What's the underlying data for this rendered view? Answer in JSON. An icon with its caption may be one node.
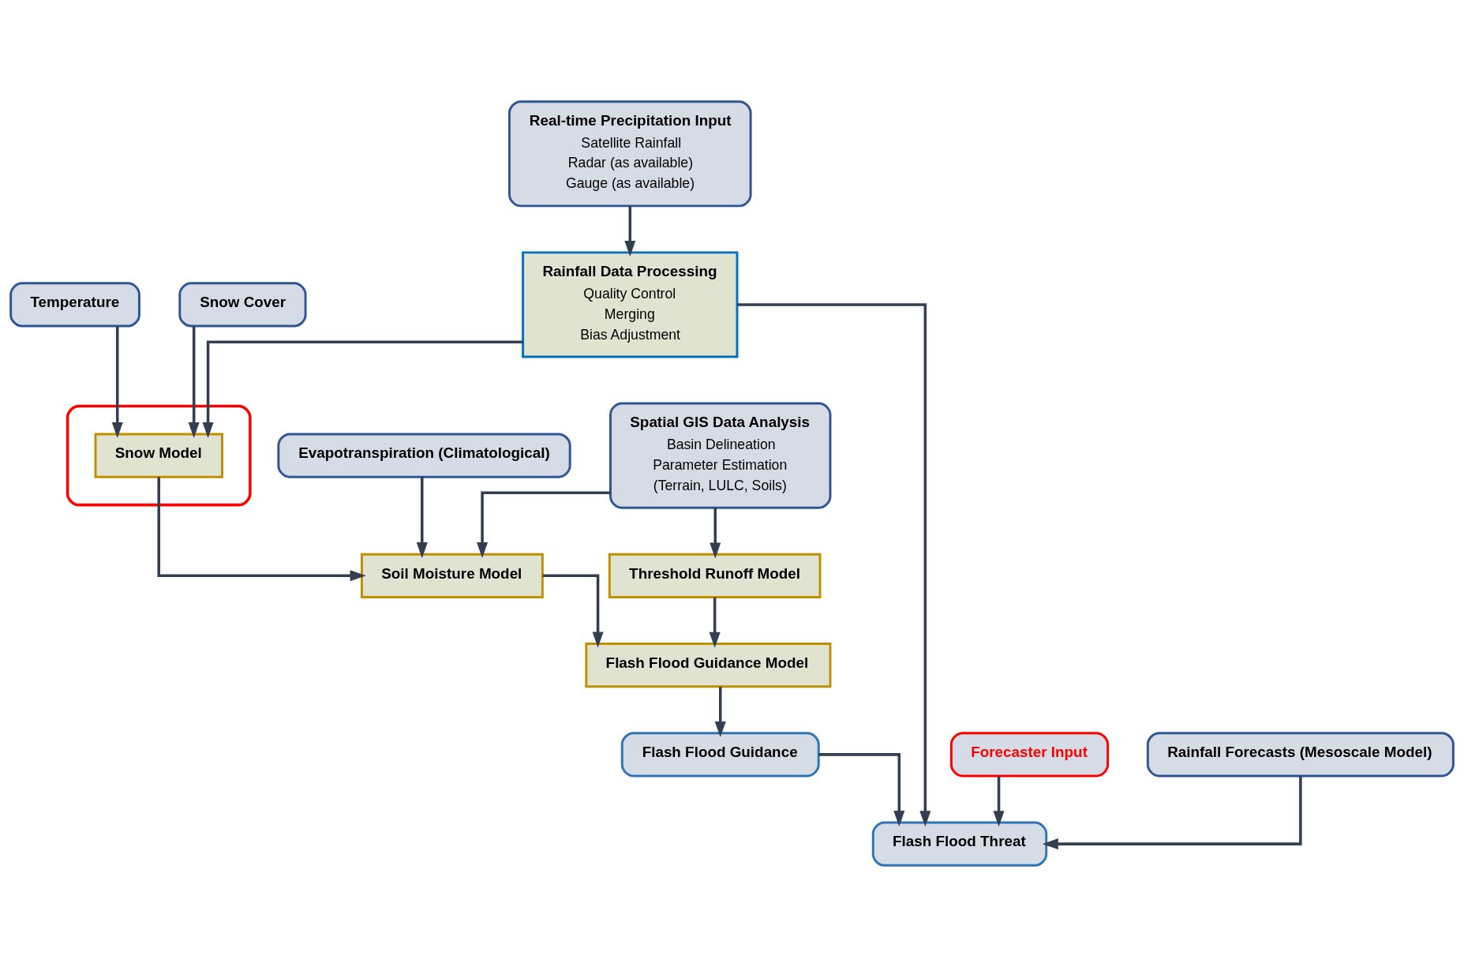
{
  "diagram": {
    "nodes": [
      {
        "text": [
          "Real-time Precipitation Input",
          "Satellite Rainfall",
          "Radar (as available)",
          "Gauge (as available)"
        ]
      },
      {
        "text": [
          "Rainfall Data Processing",
          "Quality Control",
          "Merging",
          "Bias Adjustment"
        ]
      },
      {
        "text": [
          "Snow Cover"
        ]
      },
      {
        "text": [],
        "shape": "box"
      },
      {
        "text": [
          "Snow Model"
        ],
        "in": 3
      },
      {
        "text": [
          "Temperature"
        ]
      },
      {
        "text": [
          "Flash Flood Guidance Model"
        ]
      },
      {
        "text": [
          "Soil Moisture Model"
        ]
      },
      {
        "text": [
          "Evapotranspiration (Climatological)"
        ]
      },
      {
        "text": [
          "Flash Flood Guidance"
        ]
      },
      {
        "text": [
          "Threshold Runoff Model"
        ]
      },
      {
        "text": [
          "Forecaster Input"
        ]
      },
      {
        "text": [
          "Flash Flood Threat"
        ]
      },
      {
        "text": [
          "Spatial GIS Data Analysis",
          "Basin Delineation",
          "Parameter Estimation",
          "(Terrain, LULC, Soils)"
        ]
      },
      {
        "text": [
          "Rainfall Forecasts (Mesoscale Model)"
        ]
      }
    ],
    "edges": [
      {
        "from": 0,
        "to": 1,
        "arrow": "to"
      },
      {
        "from": 2,
        "to": 4,
        "arrow": "to"
      },
      {
        "from": 5,
        "to": 4,
        "arrow": "to"
      },
      {
        "from": 1,
        "to": 4,
        "arrow": "to"
      },
      {
        "from": 1,
        "to": 12,
        "arrow": "to"
      },
      {
        "from": 4,
        "to": 7,
        "arrow": "to"
      },
      {
        "from": 8,
        "to": 7,
        "arrow": "to"
      },
      {
        "from": 13,
        "to": 7,
        "arrow": "to"
      },
      {
        "from": 13,
        "to": 10,
        "arrow": "to"
      },
      {
        "from": 7,
        "to": 6,
        "arrow": "to"
      },
      {
        "from": 10,
        "to": 6,
        "arrow": "to"
      },
      {
        "from": 6,
        "to": 9,
        "arrow": "to"
      },
      {
        "from": 9,
        "to": 12,
        "arrow": "to"
      },
      {
        "from": 11,
        "to": 12,
        "arrow": "to"
      },
      {
        "from": 14,
        "to": 12,
        "arrow": "to"
      }
    ]
  }
}
